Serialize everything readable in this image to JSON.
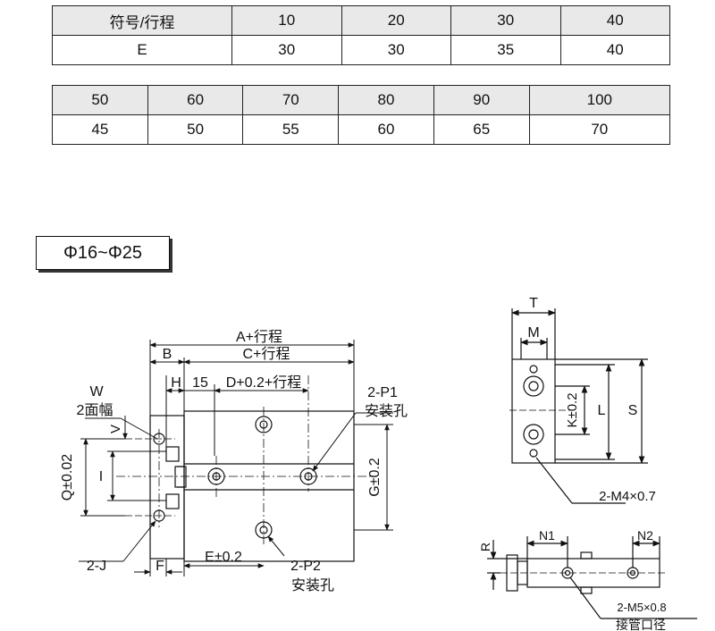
{
  "table1": {
    "header": [
      "符号/行程",
      "10",
      "20",
      "30",
      "40"
    ],
    "row": [
      "E",
      "30",
      "30",
      "35",
      "40"
    ]
  },
  "table2": {
    "header": [
      "50",
      "60",
      "70",
      "80",
      "90",
      "100"
    ],
    "row": [
      "45",
      "50",
      "55",
      "60",
      "65",
      "70"
    ]
  },
  "section_label": "Φ16~Φ25",
  "front_view": {
    "a_stroke": "A+行程",
    "b": "B",
    "c_stroke": "C+行程",
    "h": "H",
    "d15": "15",
    "d_stroke": "D+0.2+行程",
    "w": "W",
    "two_face": "2面幅",
    "v": "V",
    "p1": "2-P1",
    "p1_note": "安装孔",
    "q": "Q±0.02",
    "i": "I",
    "g": "G±0.2",
    "j": "2-J",
    "f": "F",
    "e": "E±0.2",
    "p2": "2-P2",
    "p2_note": "安装孔"
  },
  "side_view": {
    "t": "T",
    "m": "M",
    "k": "K±0.2",
    "l": "L",
    "s": "S",
    "m4": "2-M4×0.7"
  },
  "bottom_view": {
    "r": "R",
    "n1": "N1",
    "n2": "N2",
    "m5": "2-M5×0.8",
    "port": "接管口径"
  }
}
